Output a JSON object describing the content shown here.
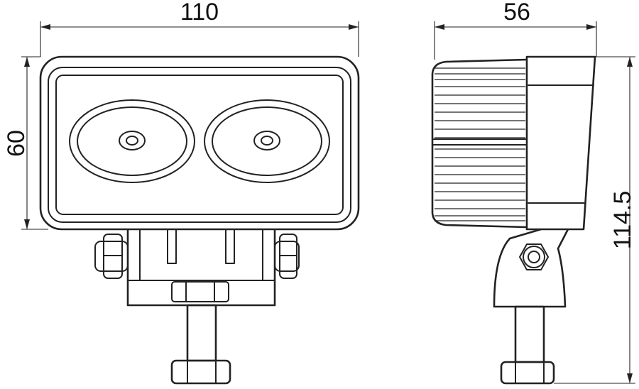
{
  "dimensions": {
    "front_width": "110",
    "front_height": "60",
    "side_depth": "56",
    "side_height": "114.5"
  }
}
